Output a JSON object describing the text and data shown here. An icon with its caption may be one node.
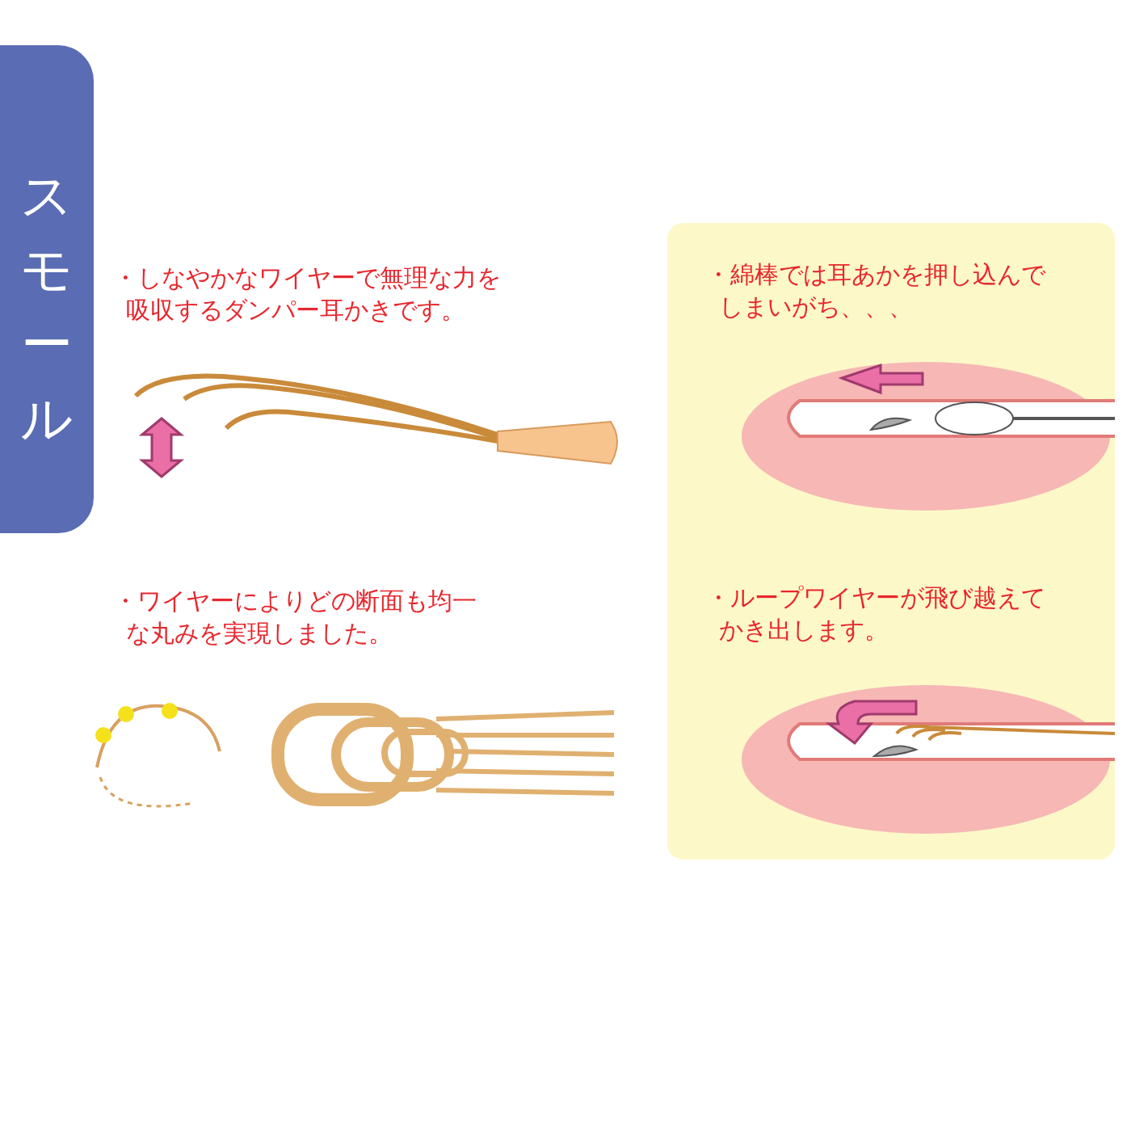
{
  "diagram": {
    "nodes": [
      {
        "text": [
          "スモール"
        ]
      },
      {
        "text": [
          "・綿棒では耳あかを押し込んでしまいがち、、、",
          "・ループワイヤーが飛び越えてかき出します。"
        ]
      }
    ],
    "labels": [
      "・しなやかなワイヤーで無理な力を吸収するダンパー耳かきです。",
      "・ワイヤーによりどの断面も均一な丸みを実現しました。"
    ]
  }
}
